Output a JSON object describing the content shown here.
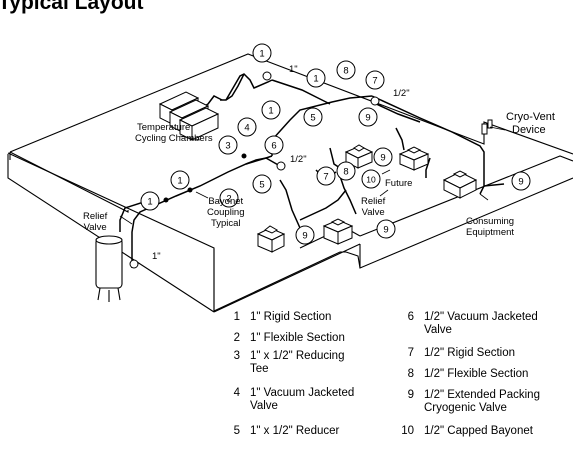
{
  "title": "Typical Layout",
  "labels": {
    "temperature_cycling_chambers": [
      "Temperature",
      "Cycling Chambers"
    ],
    "cryo_vent_device": [
      "Cryo-Vent",
      "Device"
    ],
    "relief_valve_left": [
      "Relief",
      "Valve"
    ],
    "relief_valve_right": [
      "Relief",
      "Valve"
    ],
    "bayonet_coupling": [
      "Bayonet",
      "Coupling",
      "Typical"
    ],
    "future": "Future",
    "consuming_equipment": [
      "Consuming",
      "Equiptment"
    ],
    "size_1in_top": "1\"",
    "size_1in_tank": "1\"",
    "size_half_top": "1/2\"",
    "size_half_mid": "1/2\""
  },
  "callouts": [
    "1",
    "1",
    "1",
    "1",
    "1",
    "2",
    "3",
    "4",
    "5",
    "5",
    "6",
    "7",
    "7",
    "8",
    "8",
    "9",
    "9",
    "9",
    "9",
    "9",
    "10"
  ],
  "legend": [
    {
      "num": "1",
      "lines": [
        "1\" Rigid Section"
      ]
    },
    {
      "num": "2",
      "lines": [
        "1\" Flexible Section"
      ]
    },
    {
      "num": "3",
      "lines": [
        "1\" x 1/2\" Reducing",
        "Tee"
      ]
    },
    {
      "num": "4",
      "lines": [
        "1\" Vacuum Jacketed",
        "Valve"
      ]
    },
    {
      "num": "5",
      "lines": [
        "1\" x 1/2\" Reducer"
      ]
    },
    {
      "num": "6",
      "lines": [
        "1/2\" Vacuum Jacketed",
        "Valve"
      ]
    },
    {
      "num": "7",
      "lines": [
        "1/2\" Rigid Section"
      ]
    },
    {
      "num": "8",
      "lines": [
        "1/2\" Flexible Section"
      ]
    },
    {
      "num": "9",
      "lines": [
        "1/2\" Extended Packing",
        "Cryogenic Valve"
      ]
    },
    {
      "num": "10",
      "lines": [
        "1/2\" Capped Bayonet"
      ]
    }
  ]
}
